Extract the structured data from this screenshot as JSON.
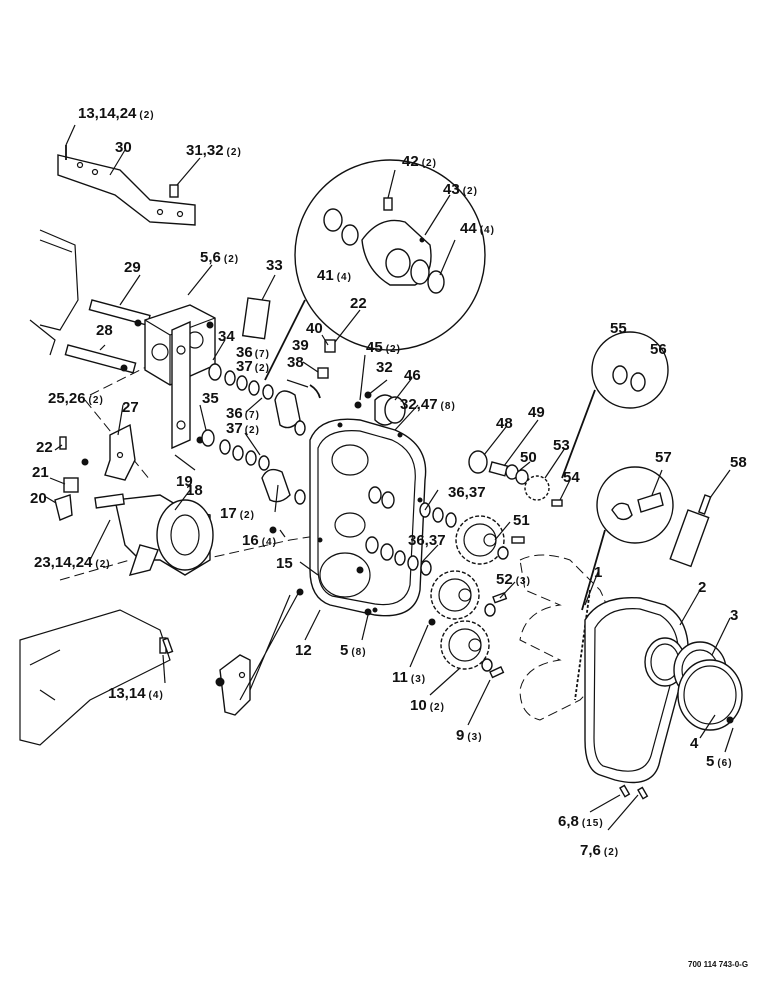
{
  "callouts": [
    {
      "id": "c1",
      "num": "13,14,24",
      "qty": "(2)"
    },
    {
      "id": "c2",
      "num": "30",
      "qty": ""
    },
    {
      "id": "c3",
      "num": "31,32",
      "qty": "(2)"
    },
    {
      "id": "c4",
      "num": "42",
      "qty": "(2)"
    },
    {
      "id": "c5",
      "num": "43",
      "qty": "(2)"
    },
    {
      "id": "c6",
      "num": "44",
      "qty": "(4)"
    },
    {
      "id": "c7",
      "num": "41",
      "qty": "(4)"
    },
    {
      "id": "c8",
      "num": "29",
      "qty": ""
    },
    {
      "id": "c9",
      "num": "5,6",
      "qty": "(2)"
    },
    {
      "id": "c10",
      "num": "33",
      "qty": ""
    },
    {
      "id": "c11",
      "num": "22",
      "qty": ""
    },
    {
      "id": "c12",
      "num": "28",
      "qty": ""
    },
    {
      "id": "c13",
      "num": "34",
      "qty": ""
    },
    {
      "id": "c14",
      "num": "40",
      "qty": ""
    },
    {
      "id": "c15",
      "num": "39",
      "qty": ""
    },
    {
      "id": "c16",
      "num": "38",
      "qty": ""
    },
    {
      "id": "c17",
      "num": "36",
      "qty": "(7)"
    },
    {
      "id": "c18",
      "num": "37",
      "qty": "(2)"
    },
    {
      "id": "c19",
      "num": "45",
      "qty": "(2)"
    },
    {
      "id": "c20",
      "num": "32",
      "qty": ""
    },
    {
      "id": "c21",
      "num": "46",
      "qty": ""
    },
    {
      "id": "c22",
      "num": "55",
      "qty": ""
    },
    {
      "id": "c23",
      "num": "56",
      "qty": ""
    },
    {
      "id": "c24",
      "num": "25,26",
      "qty": "(2)"
    },
    {
      "id": "c25",
      "num": "27",
      "qty": ""
    },
    {
      "id": "c26",
      "num": "35",
      "qty": ""
    },
    {
      "id": "c27",
      "num": "36",
      "qty": "(7)"
    },
    {
      "id": "c28",
      "num": "37",
      "qty": "(2)"
    },
    {
      "id": "c29",
      "num": "32,47",
      "qty": "(8)"
    },
    {
      "id": "c30",
      "num": "48",
      "qty": ""
    },
    {
      "id": "c31",
      "num": "49",
      "qty": ""
    },
    {
      "id": "c32",
      "num": "50",
      "qty": ""
    },
    {
      "id": "c33",
      "num": "53",
      "qty": ""
    },
    {
      "id": "c34",
      "num": "54",
      "qty": ""
    },
    {
      "id": "c35",
      "num": "57",
      "qty": ""
    },
    {
      "id": "c36",
      "num": "58",
      "qty": ""
    },
    {
      "id": "c37",
      "num": "22",
      "qty": ""
    },
    {
      "id": "c38",
      "num": "21",
      "qty": ""
    },
    {
      "id": "c39",
      "num": "20",
      "qty": ""
    },
    {
      "id": "c40",
      "num": "19",
      "qty": ""
    },
    {
      "id": "c41",
      "num": "18",
      "qty": ""
    },
    {
      "id": "c42",
      "num": "17",
      "qty": "(2)"
    },
    {
      "id": "c43",
      "num": "36,37",
      "qty": ""
    },
    {
      "id": "c44",
      "num": "51",
      "qty": ""
    },
    {
      "id": "c45",
      "num": "16",
      "qty": "(4)"
    },
    {
      "id": "c46",
      "num": "36,37",
      "qty": ""
    },
    {
      "id": "c47",
      "num": "23,14,24",
      "qty": "(2)"
    },
    {
      "id": "c48",
      "num": "15",
      "qty": ""
    },
    {
      "id": "c49",
      "num": "52",
      "qty": "(3)"
    },
    {
      "id": "c50",
      "num": "1",
      "qty": ""
    },
    {
      "id": "c51",
      "num": "2",
      "qty": ""
    },
    {
      "id": "c52",
      "num": "3",
      "qty": ""
    },
    {
      "id": "c53",
      "num": "12",
      "qty": ""
    },
    {
      "id": "c54",
      "num": "5",
      "qty": "(8)"
    },
    {
      "id": "c55",
      "num": "11",
      "qty": "(3)"
    },
    {
      "id": "c56",
      "num": "13,14",
      "qty": "(4)"
    },
    {
      "id": "c57",
      "num": "10",
      "qty": "(2)"
    },
    {
      "id": "c58",
      "num": "9",
      "qty": "(3)"
    },
    {
      "id": "c59",
      "num": "4",
      "qty": ""
    },
    {
      "id": "c60",
      "num": "5",
      "qty": "(6)"
    },
    {
      "id": "c61",
      "num": "6,8",
      "qty": "(15)"
    },
    {
      "id": "c62",
      "num": "7,6",
      "qty": "(2)"
    }
  ],
  "drawing_number": "700 114 743-0-G",
  "colors": {
    "ink": "#111111",
    "paper": "#ffffff"
  }
}
